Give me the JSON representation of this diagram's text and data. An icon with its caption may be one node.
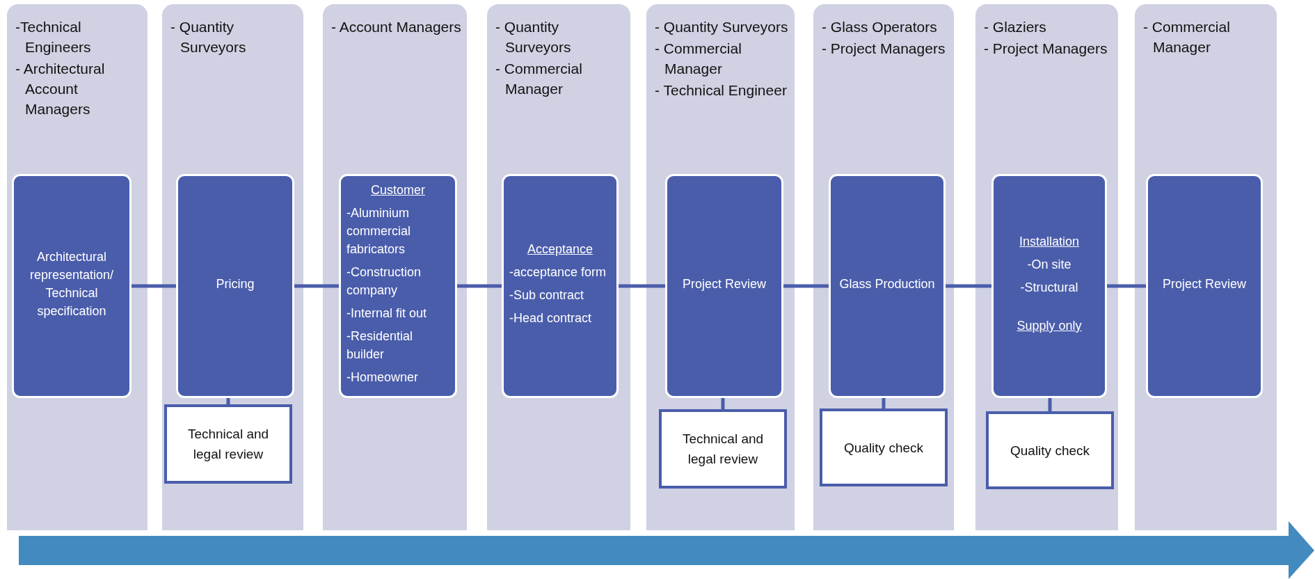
{
  "diagram": {
    "nodes": [
      {
        "text": [
          "-Technical Engineers",
          "- Architectural Account Managers"
        ]
      },
      {
        "text": [
          "Architectural representation/ Technical specification"
        ],
        "in": 0
      },
      {
        "text": [
          "- Quantity Surveyors"
        ]
      },
      {
        "text": [
          "Pricing"
        ],
        "in": 2
      },
      {
        "text": [
          "Technical and legal review"
        ],
        "in": 2
      },
      {
        "text": [
          "- Account Managers"
        ]
      },
      {
        "text": [
          "Customer",
          "-Aluminium commercial fabricators",
          "-Construction company",
          "-Internal fit out",
          "-Residential builder",
          "-Homeowner"
        ],
        "in": 5
      },
      {
        "text": [
          "- Quantity Surveyors",
          "- Commercial Manager"
        ]
      },
      {
        "text": [
          "Acceptance",
          "-acceptance form",
          "-Sub contract",
          "-Head contract"
        ],
        "in": 7
      },
      {
        "text": [
          "- Quantity Surveyors",
          "- Commercial Manager",
          "- Technical Engineer"
        ]
      },
      {
        "text": [
          "Project Review"
        ],
        "in": 9
      },
      {
        "text": [
          "Technical and legal review"
        ],
        "in": 9
      },
      {
        "text": [
          "- Glass Operators",
          "- Project Managers"
        ]
      },
      {
        "text": [
          "Glass Production"
        ],
        "in": 12
      },
      {
        "text": [
          "Quality check"
        ],
        "in": 12
      },
      {
        "text": [
          "- Glaziers",
          "- Project Managers"
        ]
      },
      {
        "text": [
          "Installation",
          "-On site",
          "-Structural",
          "Supply only"
        ],
        "in": 15
      },
      {
        "text": [
          "Quality check"
        ],
        "in": 15
      },
      {
        "text": [
          "- Commercial Manager"
        ]
      },
      {
        "text": [
          "Project Review"
        ],
        "in": 18
      }
    ],
    "edges": [
      {
        "from": 1,
        "to": 3,
        "arrow": "none"
      },
      {
        "from": 3,
        "to": 4,
        "arrow": "none"
      },
      {
        "from": 3,
        "to": 6,
        "arrow": "none"
      },
      {
        "from": 6,
        "to": 8,
        "arrow": "none"
      },
      {
        "from": 8,
        "to": 10,
        "arrow": "none"
      },
      {
        "from": 10,
        "to": 11,
        "arrow": "none"
      },
      {
        "from": 10,
        "to": 13,
        "arrow": "none"
      },
      {
        "from": 13,
        "to": 14,
        "arrow": "none"
      },
      {
        "from": 13,
        "to": 16,
        "arrow": "none"
      },
      {
        "from": 16,
        "to": 17,
        "arrow": "none"
      },
      {
        "from": 16,
        "to": 19,
        "arrow": "none"
      }
    ]
  }
}
